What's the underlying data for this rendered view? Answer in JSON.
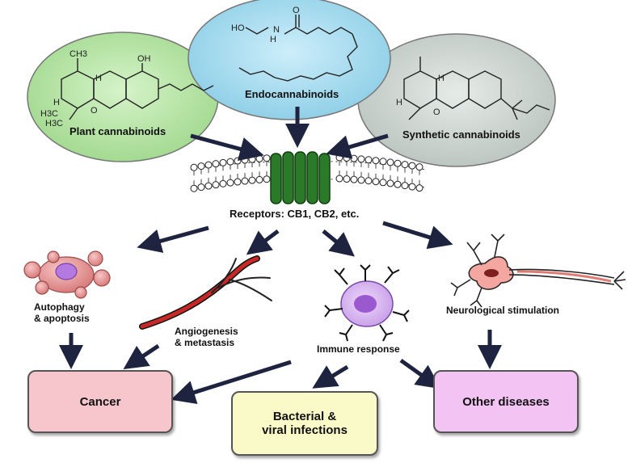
{
  "sources": {
    "plant": "Plant cannabinoids",
    "endo": "Endocannabinoids",
    "synthetic": "Synthetic cannabinoids"
  },
  "molecule_labels": {
    "plant_ch3": "CH3",
    "plant_oh": "OH",
    "plant_h_top": "H",
    "plant_h_left": "H",
    "plant_o": "O",
    "plant_h3c_a": "H3C",
    "plant_h3c_b": "H3C",
    "endo_ho": "HO",
    "endo_o": "O",
    "endo_n": "N",
    "endo_h": "H",
    "synth_h_top": "H",
    "synth_h_left": "H",
    "synth_o": "O"
  },
  "receptor": "Receptors: CB1, CB2, etc.",
  "effects": {
    "autophagy": [
      "Autophagy",
      "& apoptosis"
    ],
    "angiogenesis": [
      "Angiogenesis",
      "& metastasis"
    ],
    "immune": "Immune response",
    "neuro": "Neurological stimulation"
  },
  "outcomes": {
    "cancer": "Cancer",
    "infections": [
      "Bacterial &",
      "viral infections"
    ],
    "other": "Other diseases"
  },
  "colors": {
    "plant_oval": "#b8e6a8",
    "endo_oval": "#a8dcef",
    "synthetic_oval": "#cfd6d2",
    "receptor": "#1f6b1f",
    "cancer_box": "#f7c6cc",
    "infections_box": "#fafac8",
    "other_box": "#f3c4f3",
    "arrow": "#1e2340"
  }
}
